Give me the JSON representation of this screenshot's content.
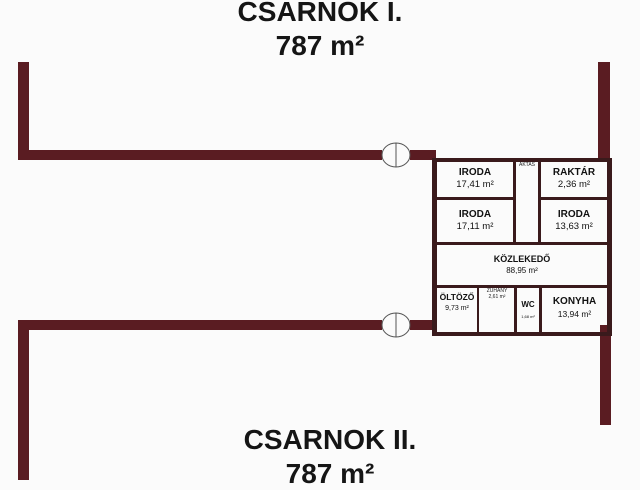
{
  "halls": [
    {
      "name": "CSARNOK I.",
      "area": "787 m²"
    },
    {
      "name": "CSARNOK II.",
      "area": "787 m²"
    }
  ],
  "rooms": [
    {
      "name": "IRODA",
      "area": "17,41 m²"
    },
    {
      "name": "AKTAS",
      "area": ""
    },
    {
      "name": "RAKTÁR",
      "area": "2,36 m²"
    },
    {
      "name": "IRODA",
      "area": "17,11 m²"
    },
    {
      "name": "IRODA",
      "area": "13,63 m²"
    },
    {
      "name": "KÖZLEKEDŐ",
      "area": "88,95 m²"
    },
    {
      "name": "ÖLTÖZŐ",
      "area": "9,73 m²"
    },
    {
      "name": "ZUHANY",
      "area": "2,61 m²"
    },
    {
      "name": "WC",
      "area": "1,68 m²"
    },
    {
      "name": "KONYHA",
      "area": "13,94 m²"
    }
  ],
  "colors": {
    "wall": "#5a1c22",
    "background": "#fbfbfb"
  }
}
